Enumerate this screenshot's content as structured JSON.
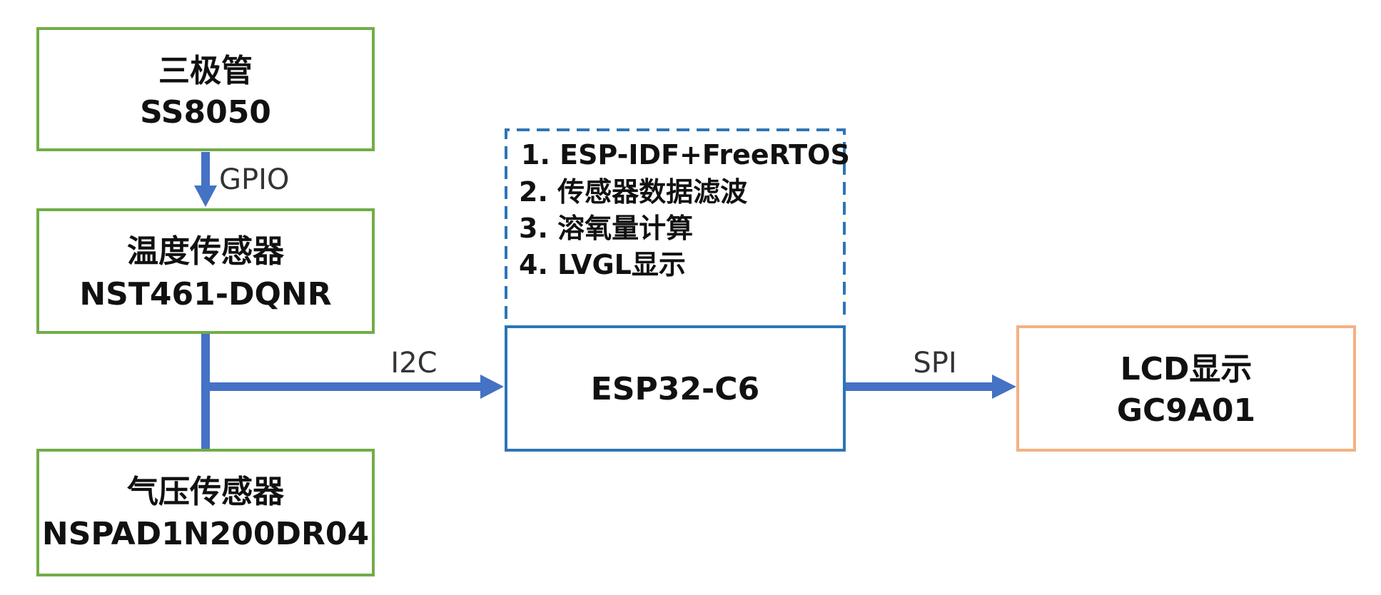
{
  "colors": {
    "sensor_border": "#70ad47",
    "mcu_border": "#2e75b6",
    "display_border": "#f4b183",
    "arrow": "#4472c4",
    "text": "#111111"
  },
  "nodes": {
    "transistor": {
      "line1": "三极管",
      "line2": "SS8050"
    },
    "temp_sensor": {
      "line1": "温度传感器",
      "line2": "NST461-DQNR"
    },
    "pressure_sensor": {
      "line1": "气压传感器",
      "line2": "NSPAD1N200DR04"
    },
    "mcu": {
      "label": "ESP32-C6"
    },
    "display": {
      "line1": "LCD显示",
      "line2": "GC9A01"
    }
  },
  "firmware_notes": [
    "1. ESP-IDF+FreeRTOS",
    "2. 传感器数据滤波",
    "3. 溶氧量计算",
    "4. LVGL显示"
  ],
  "edges": {
    "gpio": "GPIO",
    "i2c": "I2C",
    "spi": "SPI"
  }
}
